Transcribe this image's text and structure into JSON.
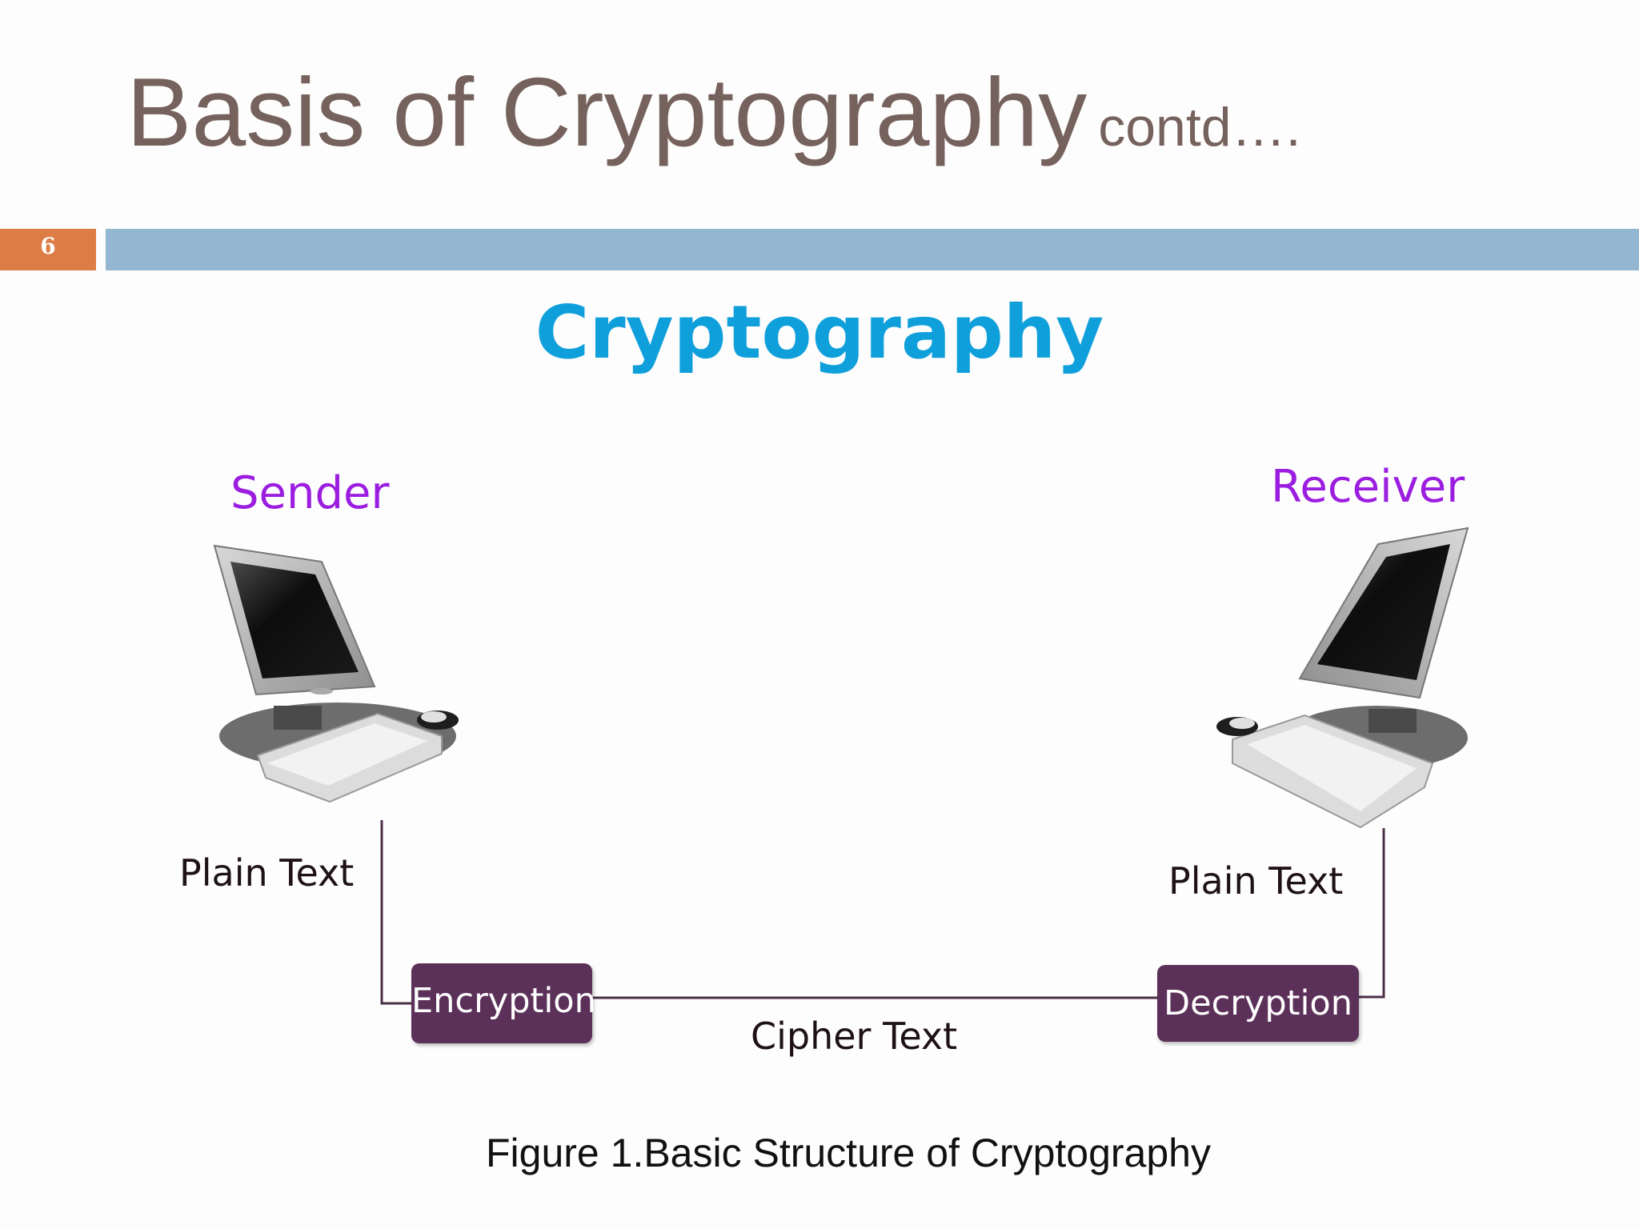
{
  "slide": {
    "title": "Basis of Cryptography",
    "title_suffix": "contd….",
    "slide_number": "6"
  },
  "diagram": {
    "heading": "Cryptography",
    "sender_label": "Sender",
    "receiver_label": "Receiver",
    "sender_plain_text": "Plain Text",
    "receiver_plain_text": "Plain Text",
    "encryption_label": "Encryption",
    "decryption_label": "Decryption",
    "cipher_text_label": "Cipher Text",
    "caption": "Figure 1.Basic Structure of Cryptography"
  },
  "colors": {
    "title": "#76625c",
    "number_box": "#dc7d46",
    "title_bar": "#93b6d1",
    "heading": "#0fa0dc",
    "role_labels": "#9b1ee0",
    "process_box": "#5c3159",
    "connector_line": "#4a2e48"
  },
  "icons": {
    "sender_device": "desktop-computer-icon",
    "receiver_device": "desktop-computer-icon"
  }
}
